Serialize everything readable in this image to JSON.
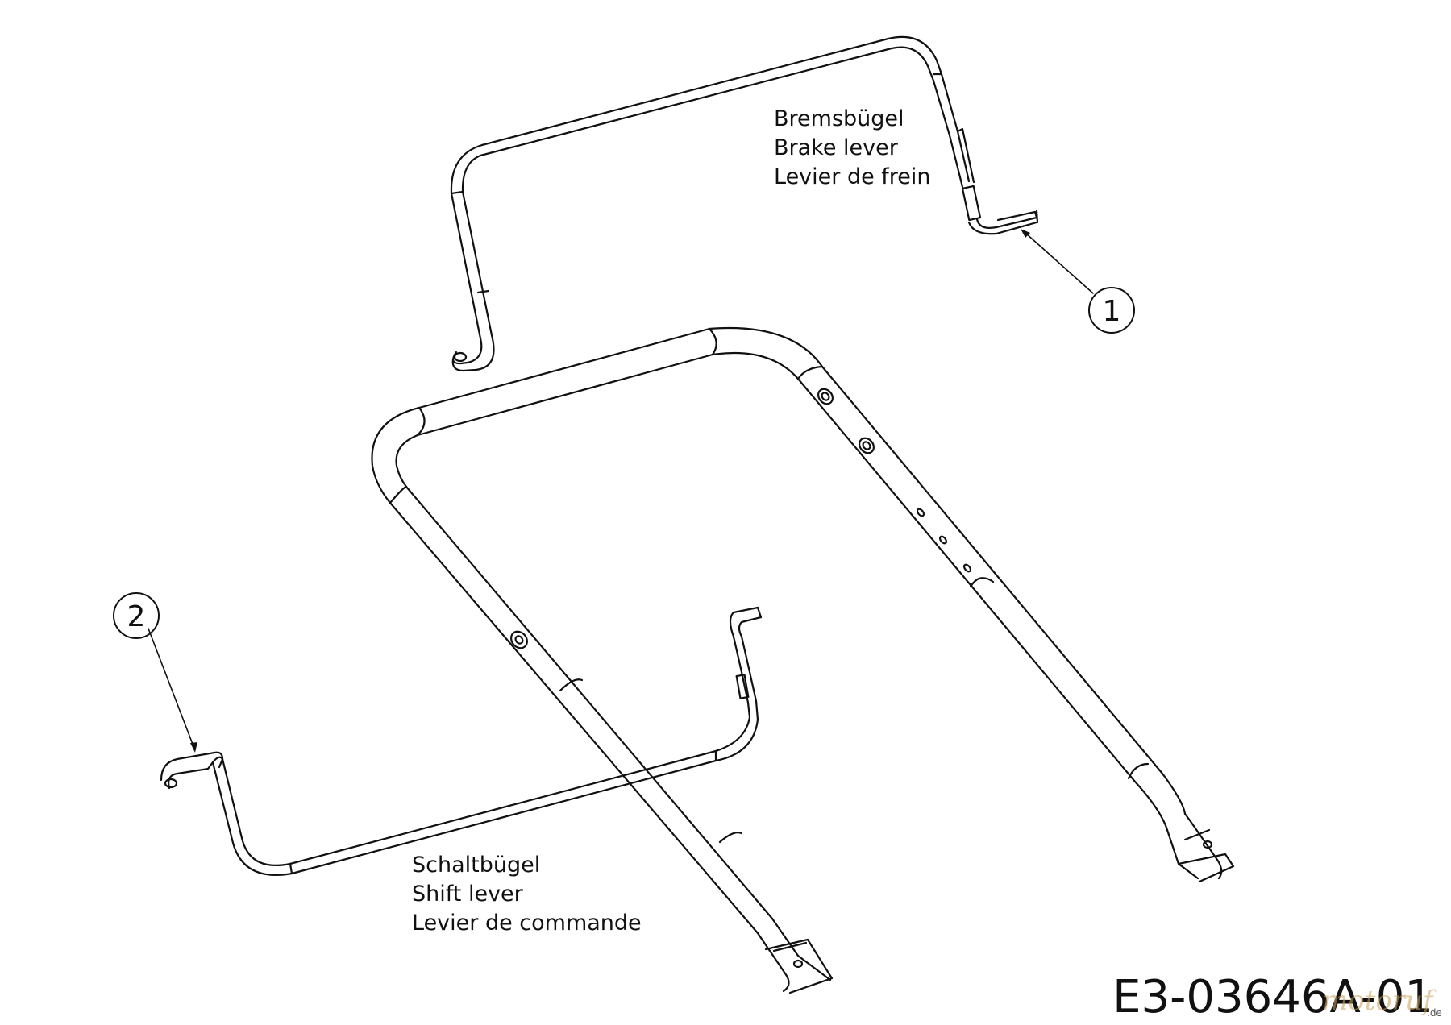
{
  "brake_lever": {
    "label_de": "Bremsbügel",
    "label_en": "Brake lever",
    "label_fr": "Levier de frein",
    "callout": "1"
  },
  "shift_lever": {
    "label_de": "Schaltbügel",
    "label_en": "Shift lever",
    "label_fr": "Levier de commande",
    "callout": "2"
  },
  "drawing_id": "E3-03646A-01",
  "watermark": {
    "text": "motoruf",
    "tld": ".de"
  }
}
